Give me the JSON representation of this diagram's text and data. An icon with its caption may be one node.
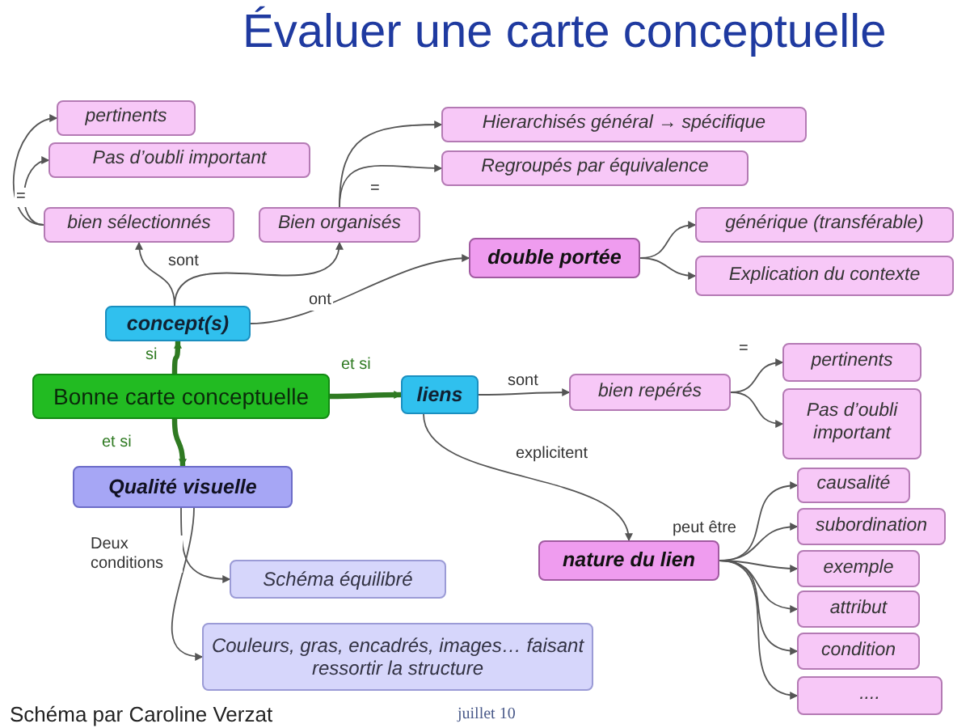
{
  "diagram": {
    "title": "Évaluer une carte conceptuelle",
    "nodes": [
      {
        "text": [
          "concept(s)"
        ]
      },
      {
        "text": [
          "Bonne carte conceptuelle"
        ]
      },
      {
        "text": [
          "liens"
        ]
      },
      {
        "text": [
          "Qualité visuelle"
        ]
      },
      {
        "text": [
          "bien sélectionnés"
        ]
      },
      {
        "text": [
          "Bien organisés"
        ]
      },
      {
        "text": [
          "pertinents"
        ]
      },
      {
        "text": [
          "Pas d’oubli important"
        ]
      },
      {
        "text": [
          "Hierarchisés général → spécifique"
        ]
      },
      {
        "text": [
          "Regroupés par équivalence"
        ]
      },
      {
        "text": [
          "double portée"
        ]
      },
      {
        "text": [
          "générique (transférable)"
        ]
      },
      {
        "text": [
          "Explication du contexte"
        ]
      },
      {
        "text": [
          "bien repérés"
        ]
      },
      {
        "text": [
          "pertinents"
        ]
      },
      {
        "text": [
          "Pas d’oubli important"
        ]
      },
      {
        "text": [
          "nature du lien"
        ]
      },
      {
        "text": [
          "causalité"
        ]
      },
      {
        "text": [
          "subordination"
        ]
      },
      {
        "text": [
          "exemple"
        ]
      },
      {
        "text": [
          "attribut"
        ]
      },
      {
        "text": [
          "condition"
        ]
      },
      {
        "text": [
          "...."
        ]
      },
      {
        "text": [
          "Schéma équilibré"
        ]
      },
      {
        "text": [
          "Couleurs, gras, encadrés, images… faisant ressortir la structure"
        ]
      }
    ],
    "edges": [
      {
        "from": 1,
        "to": 0,
        "arrow": "to",
        "label": "si",
        "style": "thick",
        "color": "#2f7a22"
      },
      {
        "from": 1,
        "to": 2,
        "arrow": "to",
        "label": "et si",
        "style": "thick",
        "color": "#2f7a22"
      },
      {
        "from": 1,
        "to": 3,
        "arrow": "to",
        "label": "et si",
        "style": "thick",
        "color": "#2f7a22"
      },
      {
        "from": 0,
        "to": 4,
        "arrow": "to",
        "label": "sont"
      },
      {
        "from": 0,
        "to": 5,
        "arrow": "to"
      },
      {
        "from": 0,
        "to": 10,
        "arrow": "to",
        "label": "ont"
      },
      {
        "from": 4,
        "to": 6,
        "arrow": "to"
      },
      {
        "from": 4,
        "to": 7,
        "arrow": "to",
        "label": "="
      },
      {
        "from": 5,
        "to": 8,
        "arrow": "to"
      },
      {
        "from": 5,
        "to": 9,
        "arrow": "to",
        "label": "="
      },
      {
        "from": 10,
        "to": 11,
        "arrow": "to"
      },
      {
        "from": 10,
        "to": 12,
        "arrow": "to"
      },
      {
        "from": 2,
        "to": 13,
        "arrow": "to",
        "label": "sont"
      },
      {
        "from": 13,
        "to": 14,
        "arrow": "to",
        "label": "="
      },
      {
        "from": 13,
        "to": 15,
        "arrow": "to"
      },
      {
        "from": 2,
        "to": 16,
        "arrow": "to",
        "label": "explicitent"
      },
      {
        "from": 16,
        "to": 17,
        "arrow": "to",
        "label": "peut être"
      },
      {
        "from": 16,
        "to": 18,
        "arrow": "to"
      },
      {
        "from": 16,
        "to": 19,
        "arrow": "to"
      },
      {
        "from": 16,
        "to": 20,
        "arrow": "to"
      },
      {
        "from": 16,
        "to": 21,
        "arrow": "to"
      },
      {
        "from": 16,
        "to": 22,
        "arrow": "to"
      },
      {
        "from": 3,
        "to": 23,
        "arrow": "to"
      },
      {
        "from": 3,
        "to": 24,
        "arrow": "to",
        "label": "Deux conditions"
      }
    ],
    "labels": [
      "Schéma par Caroline Verzat",
      "juillet 10"
    ]
  }
}
